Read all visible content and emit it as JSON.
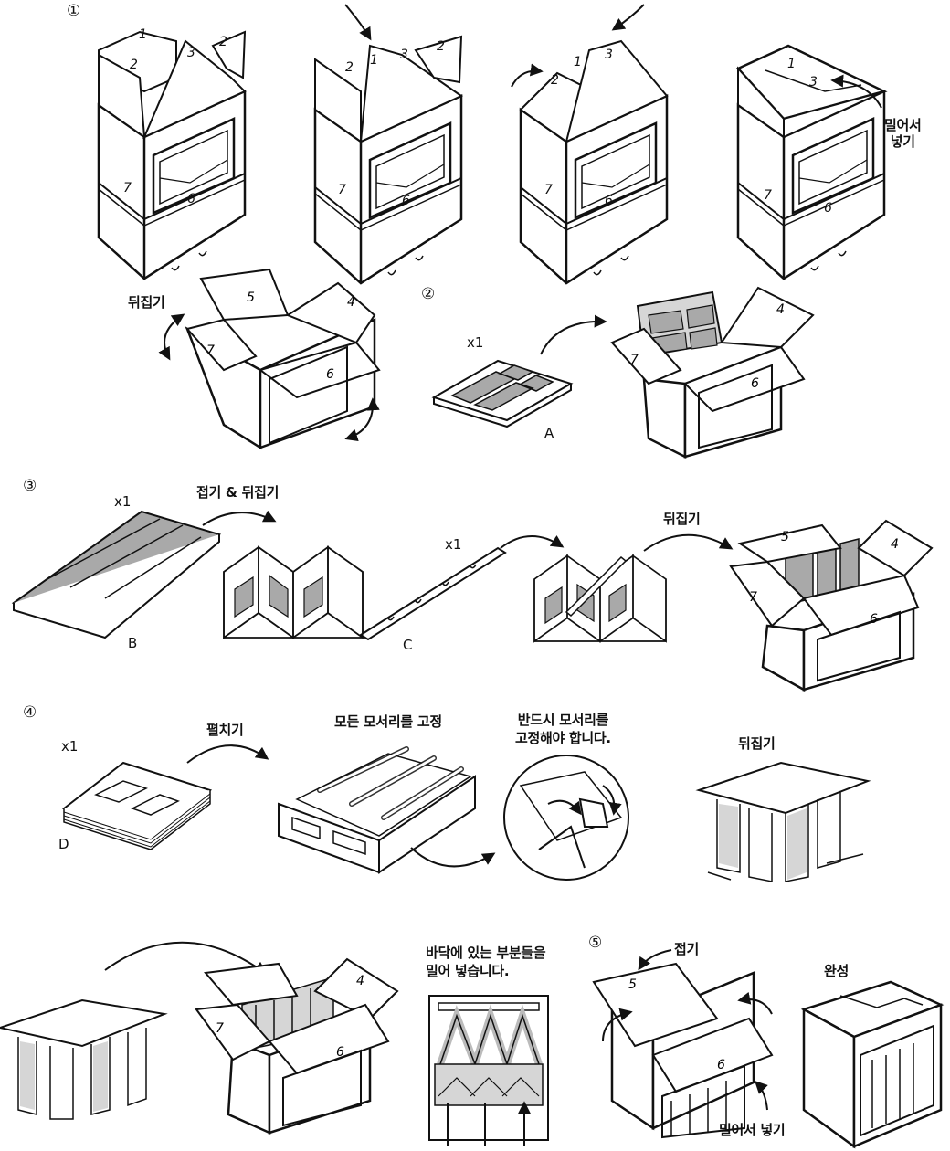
{
  "steps": [
    "①",
    "②",
    "③",
    "④",
    "⑤"
  ],
  "flap_numbers": {
    "one": "1",
    "two": "2",
    "three": "3",
    "four": "4",
    "five": "5",
    "six": "6",
    "seven": "7"
  },
  "parts": {
    "a": "A",
    "b": "B",
    "c": "C",
    "d": "D"
  },
  "quantity": "x1",
  "instructions": {
    "push_in": "밀어서\n넣기",
    "flip": "뒤집기",
    "fold_and_flip": "접기 & 뒤집기",
    "unfold": "펼치기",
    "fix_all_corners": "모든 모서리를 고정",
    "must_fix_corners": "반드시 모서리를\n고정해야 합니다.",
    "push_in_bottom": "바닥에 있는 부분들을\n밀어 넣습니다.",
    "fold": "접기",
    "push_in_inline": "밀어서 넣기",
    "complete": "완성"
  },
  "colors": {
    "line": "#111111",
    "fill_grey": "#a9a9a9",
    "light_grey": "#d6d6d6",
    "background": "#ffffff"
  }
}
